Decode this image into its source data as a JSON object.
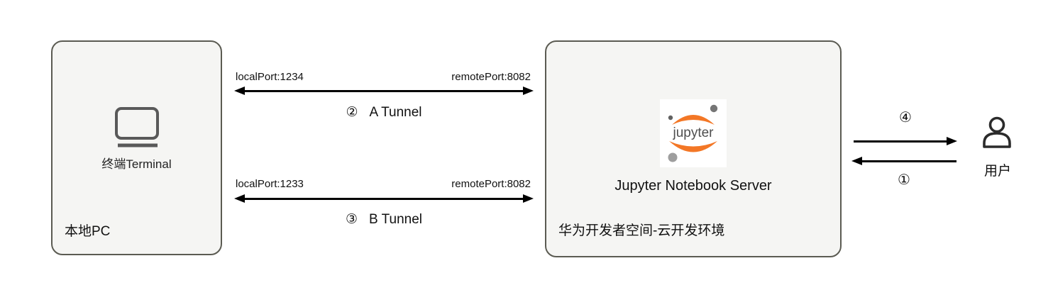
{
  "diagram_title": "SSH tunnel diagram: local PC to Huawei cloud Jupyter Notebook Server",
  "colors": {
    "box_fill": "#f5f5f3",
    "box_border": "#5b5b52",
    "arrow_black": "#000000",
    "monitor_icon_stroke": "#595959",
    "user_icon_stroke": "#2b2b2b",
    "jupyter_orange": "#f37726",
    "jupyter_text_gray": "#4e4e4e",
    "dot_dark": "#616161",
    "dot_mid": "#757575",
    "dot_light": "#9e9e9e"
  },
  "local_box": {
    "title": "本地PC",
    "device_label": "终端Terminal",
    "icon": "monitor-icon"
  },
  "cloud_box": {
    "title": "华为开发者空间-云开发环境",
    "server_label": "Jupyter Notebook Server",
    "logo_text": "jupyter",
    "icon": "jupyter-logo"
  },
  "tunnels": [
    {
      "local_port_label": "localPort:1234",
      "remote_port_label": "remotePort:8082",
      "step": "②",
      "name": "A Tunnel",
      "direction": "bidirectional"
    },
    {
      "local_port_label": "localPort:1233",
      "remote_port_label": "remotePort:8082",
      "step": "③",
      "name": "B Tunnel",
      "direction": "bidirectional"
    }
  ],
  "user_flow": {
    "to_user_step": "④",
    "from_user_step": "①",
    "user_label": "用户",
    "icon": "user-icon"
  }
}
